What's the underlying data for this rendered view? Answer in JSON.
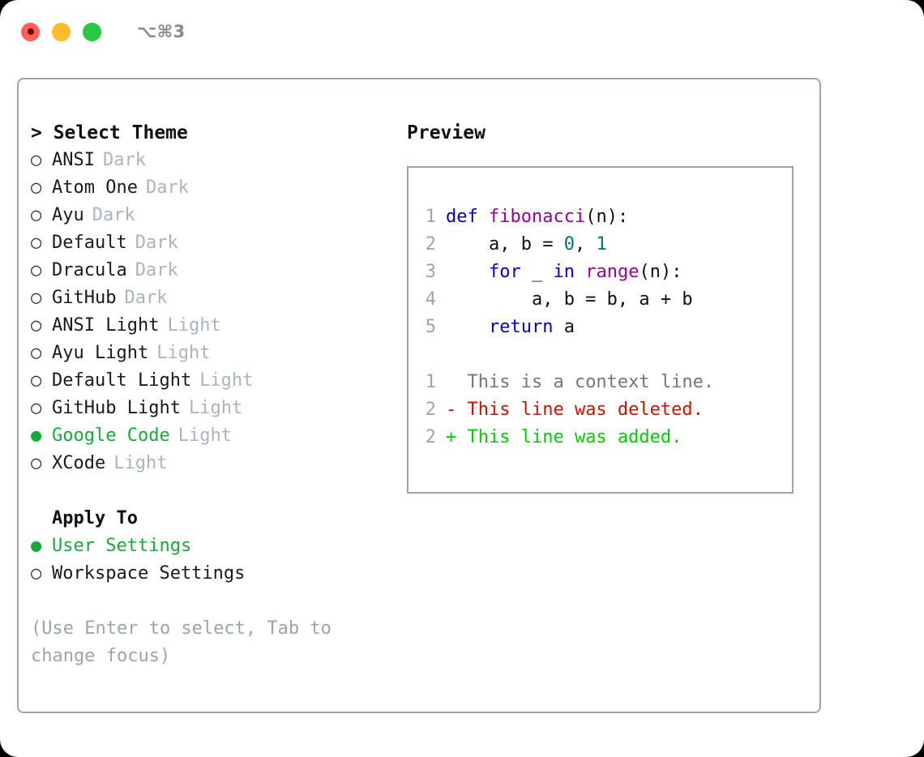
{
  "window": {
    "shortcut_label": "⌥⌘3",
    "traffic_lights": [
      {
        "name": "close",
        "color": "#ff6159"
      },
      {
        "name": "minimize",
        "color": "#ffbd2e"
      },
      {
        "name": "maximize",
        "color": "#28c840"
      }
    ]
  },
  "theme_picker": {
    "title": "> Select Theme",
    "items": [
      {
        "marker": "○",
        "label": "ANSI",
        "variant": "Dark",
        "selected": false
      },
      {
        "marker": "○",
        "label": "Atom One",
        "variant": "Dark",
        "selected": false
      },
      {
        "marker": "○",
        "label": "Ayu",
        "variant": "Dark",
        "selected": false
      },
      {
        "marker": "○",
        "label": "Default",
        "variant": "Dark",
        "selected": false
      },
      {
        "marker": "○",
        "label": "Dracula",
        "variant": "Dark",
        "selected": false
      },
      {
        "marker": "○",
        "label": "GitHub",
        "variant": "Dark",
        "selected": false
      },
      {
        "marker": "○",
        "label": "ANSI Light",
        "variant": "Light",
        "selected": false
      },
      {
        "marker": "○",
        "label": "Ayu Light",
        "variant": "Light",
        "selected": false
      },
      {
        "marker": "○",
        "label": "Default Light",
        "variant": "Light",
        "selected": false
      },
      {
        "marker": "○",
        "label": "GitHub Light",
        "variant": "Light",
        "selected": false
      },
      {
        "marker": "●",
        "label": "Google Code",
        "variant": "Light",
        "selected": true
      },
      {
        "marker": "○",
        "label": "XCode",
        "variant": "Light",
        "selected": false
      }
    ]
  },
  "apply_to": {
    "title": "Apply To",
    "items": [
      {
        "marker": "●",
        "label": "User Settings",
        "selected": true
      },
      {
        "marker": "○",
        "label": "Workspace Settings",
        "selected": false
      }
    ]
  },
  "hint": "(Use Enter to select, Tab to change focus)",
  "preview": {
    "title": "Preview",
    "code_lines": [
      {
        "lineno": "1",
        "tokens": [
          {
            "text": "def ",
            "type": "kw"
          },
          {
            "text": "fibonacci",
            "type": "fn"
          },
          {
            "text": "(n):",
            "type": "pl"
          }
        ]
      },
      {
        "lineno": "2",
        "tokens": [
          {
            "text": "    a, b = ",
            "type": "pl"
          },
          {
            "text": "0",
            "type": "num"
          },
          {
            "text": ", ",
            "type": "pl"
          },
          {
            "text": "1",
            "type": "num"
          }
        ]
      },
      {
        "lineno": "3",
        "tokens": [
          {
            "text": "    ",
            "type": "pl"
          },
          {
            "text": "for",
            "type": "kw"
          },
          {
            "text": " _ ",
            "type": "pl"
          },
          {
            "text": "in",
            "type": "kw"
          },
          {
            "text": " ",
            "type": "pl"
          },
          {
            "text": "range",
            "type": "fn"
          },
          {
            "text": "(n):",
            "type": "pl"
          }
        ]
      },
      {
        "lineno": "4",
        "tokens": [
          {
            "text": "        a, b = b, a + b",
            "type": "pl"
          }
        ]
      },
      {
        "lineno": "5",
        "tokens": [
          {
            "text": "    ",
            "type": "pl"
          },
          {
            "text": "return",
            "type": "kw"
          },
          {
            "text": " a",
            "type": "pl"
          }
        ]
      }
    ],
    "diff_lines": [
      {
        "lineno": "1",
        "sign": " ",
        "text": " This is a context line.",
        "type": "ctx"
      },
      {
        "lineno": "2",
        "sign": "-",
        "text": " This line was deleted.",
        "type": "del"
      },
      {
        "lineno": "2",
        "sign": "+",
        "text": " This line was added.",
        "type": "add"
      }
    ]
  },
  "colors": {
    "accent_selected": "#16ab39",
    "muted": "#aab4c0",
    "border": "#9aa5b1",
    "keyword": "#0000cc",
    "function": "#990099",
    "number": "#007070",
    "diff_added": "#00cc00",
    "diff_deleted": "#cc1100",
    "diff_context": "#767676"
  }
}
